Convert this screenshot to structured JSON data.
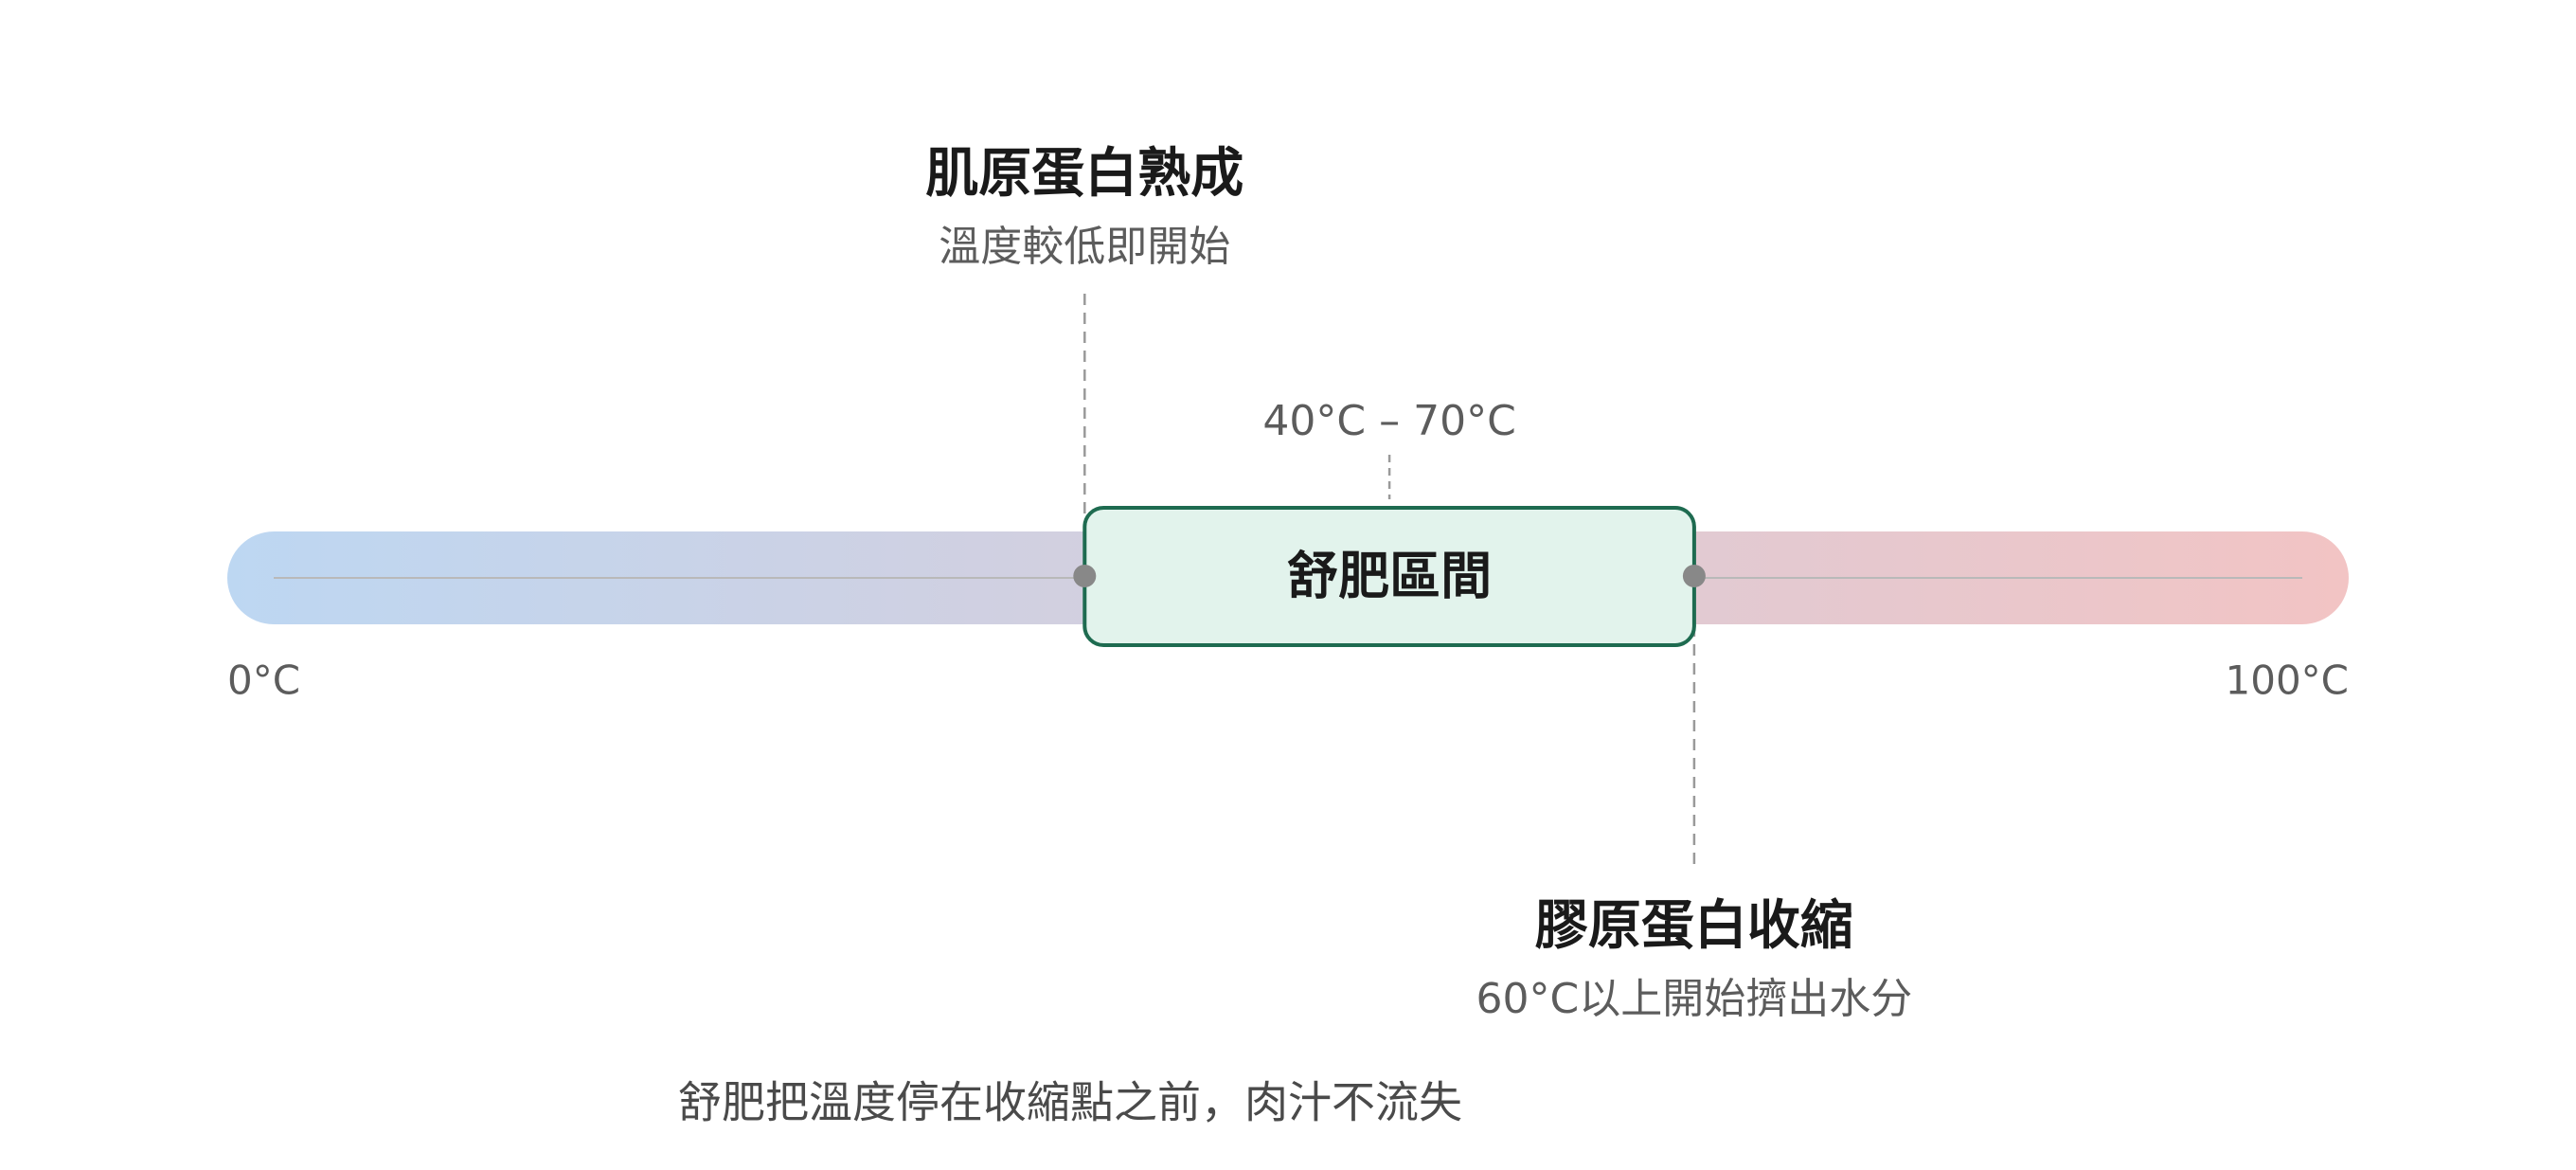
{
  "scale": {
    "min_label": "0°C",
    "max_label": "100°C",
    "min_value": 0,
    "max_value": 100
  },
  "zone": {
    "label": "舒肥區間",
    "range_label": "40°C – 70°C",
    "start_value": 40,
    "end_value": 70
  },
  "callout_myosin": {
    "title": "肌原蛋白熟成",
    "subtitle": "溫度較低即開始"
  },
  "callout_collagen": {
    "title": "膠原蛋白收縮",
    "subtitle": "60°C以上開始擠出水分"
  },
  "caption": "舒肥把溫度停在收縮點之前，肉汁不流失",
  "colors": {
    "cold": "#bdd7f2",
    "hot": "#f2c4c4",
    "zone_fill": "#e2f3ec",
    "zone_stroke": "#1e6b50",
    "marker": "#888888",
    "leader": "#9a9a9a",
    "track_line": "#b9b9b9"
  }
}
